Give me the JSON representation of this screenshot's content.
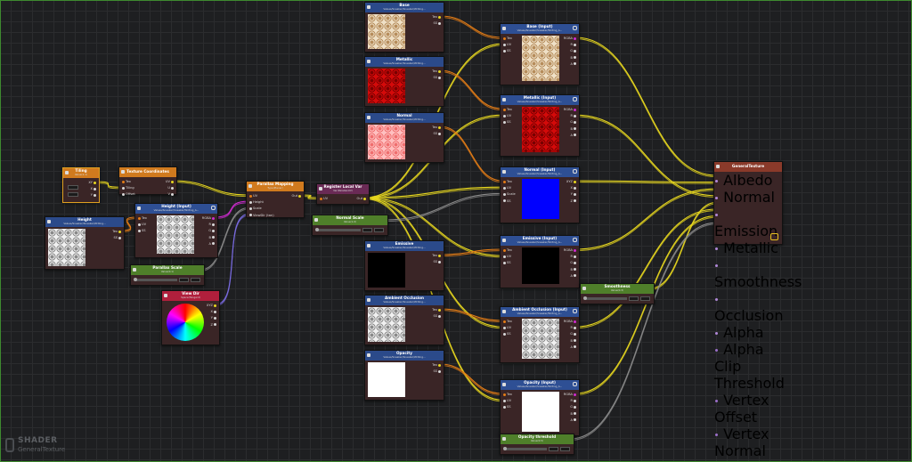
{
  "graph": {
    "nodes": {
      "base": {
        "title": "Base",
        "subtitle": "Values/Sneaker/Sneaker/Writing...",
        "outs": [
          "Tex",
          "SS"
        ]
      },
      "metallic": {
        "title": "Metallic",
        "subtitle": "Values/Sneaker/Sneaker/Writing...",
        "outs": [
          "Tex",
          "SS"
        ]
      },
      "normal": {
        "title": "Normal",
        "subtitle": "Values/Sneaker/Sneaker/Writing...",
        "outs": [
          "Tex",
          "SS"
        ]
      },
      "emissive": {
        "title": "Emissive",
        "subtitle": "Values/Sneaker/Sneaker/Writing...",
        "outs": [
          "Tex",
          "SS"
        ]
      },
      "ao": {
        "title": "Ambient Occlusion",
        "subtitle": "Values/Sneaker/Sneaker/Writing...",
        "outs": [
          "Tex",
          "SS"
        ]
      },
      "opacity": {
        "title": "Opacity",
        "subtitle": "Values/Sneaker/Sneaker/Writing...",
        "outs": [
          "Tex",
          "SS"
        ]
      },
      "height": {
        "title": "Height",
        "subtitle": "Values/Sneaker/Sneaker/Writing...",
        "outs": [
          "Tex",
          "SS"
        ]
      },
      "tiling": {
        "title": "Tiling",
        "subtitle": "Value(1.1)",
        "outs": [
          "XY",
          "X",
          "Y"
        ]
      },
      "texcoord": {
        "title": "Texture Coordinates",
        "ins": [
          "Tex",
          "Tiling",
          "Offset"
        ],
        "outs": [
          "UV",
          "U",
          "V"
        ]
      },
      "height_input": {
        "title": "Height (Input)",
        "subtitle": "Values/Sneaker/Sneaker/Writing_A...",
        "ins": [
          "Tex",
          "UV",
          "SS"
        ],
        "outs": [
          "RGBA",
          "R",
          "G",
          "B",
          "A"
        ]
      },
      "parallax_scale": {
        "title": "Parallax Scale",
        "subtitle": "Value(0.1)"
      },
      "view_dir": {
        "title": "View Dir",
        "subtitle": "Space(Tangent)",
        "outs": [
          "XYZ",
          "X",
          "Y",
          "Z"
        ]
      },
      "parallax_mapping": {
        "title": "Parallax Mapping",
        "subtitle": "Type(Planar)",
        "ins": [
          "UV",
          "Height",
          "Scale",
          "ViewDir (tan)"
        ],
        "outs": [
          "Out"
        ]
      },
      "register_local": {
        "title": "Register Local Var",
        "subtitle": "Var(ParallaxUV)",
        "ins": [
          "UV"
        ],
        "outs": [
          "Out"
        ]
      },
      "normal_scale": {
        "title": "Normal Scale",
        "subtitle": "Value(1.0)"
      },
      "base_input": {
        "title": "Base (Input)",
        "subtitle": "Values/Sneaker/Sneaker/Writing_A...",
        "ins": [
          "Tex",
          "UV",
          "SS"
        ],
        "outs": [
          "RGBA",
          "R",
          "G",
          "B",
          "A"
        ]
      },
      "metallic_input": {
        "title": "Metallic (Input)",
        "subtitle": "Values/Sneaker/Sneaker/Writing_A...",
        "ins": [
          "Tex",
          "UV",
          "SS"
        ],
        "outs": [
          "RGBA",
          "R",
          "G",
          "B",
          "A"
        ]
      },
      "normal_input": {
        "title": "Normal (Input)",
        "subtitle": "Values/Sneaker/Sneaker/Writing_A...",
        "ins": [
          "Tex",
          "UV",
          "Scale",
          "SS"
        ],
        "outs": [
          "XYZ",
          "X",
          "Y",
          "Z"
        ]
      },
      "emissive_input": {
        "title": "Emissive (Input)",
        "subtitle": "Values/Sneaker/Sneaker/Writing_A...",
        "ins": [
          "Tex",
          "UV",
          "SS"
        ],
        "outs": [
          "RGBA",
          "R",
          "G",
          "B",
          "A"
        ]
      },
      "smoothness": {
        "title": "Smoothness",
        "subtitle": "Value(0.3)"
      },
      "ao_input": {
        "title": "Ambient Occlusion (Input)",
        "subtitle": "Values/Sneaker/Sneaker/Writing_A...",
        "ins": [
          "Tex",
          "UV",
          "SS"
        ],
        "outs": [
          "RGBA",
          "R",
          "G",
          "B",
          "A"
        ]
      },
      "opacity_input": {
        "title": "Opacity (Input)",
        "subtitle": "Values/Sneaker/Sneaker/Writing_A...",
        "ins": [
          "Tex",
          "UV",
          "SS"
        ],
        "outs": [
          "RGBA",
          "R",
          "G",
          "B",
          "A"
        ]
      },
      "opacity_threshold": {
        "title": "Opacity threshold",
        "subtitle": "Value(0.5)"
      },
      "master": {
        "title": "GeneralTexture",
        "ins": [
          "Albedo",
          "Normal",
          "Emission",
          "Metallic",
          "Smoothness",
          "Occlusion",
          "Alpha",
          "Alpha Clip Threshold",
          "Vertex Offset",
          "Vertex Normal"
        ]
      }
    }
  },
  "badge": {
    "label": "SHADER",
    "name": "GeneralTexture"
  },
  "colors": {
    "tex_header": "#2b4a8a",
    "input_header": "#2e4f94",
    "vec_header": "#d07a1e",
    "float_header": "#4f7f2a",
    "viewdir_header": "#b01f3c",
    "local_header": "#6a2a55",
    "master_header": "#8a3a2a",
    "wire_yellow": "#e6d61f",
    "wire_orange": "#e37c16",
    "wire_grey": "#8a8a8a",
    "wire_magenta": "#d02bd0",
    "wire_purple": "#7a6be0"
  }
}
